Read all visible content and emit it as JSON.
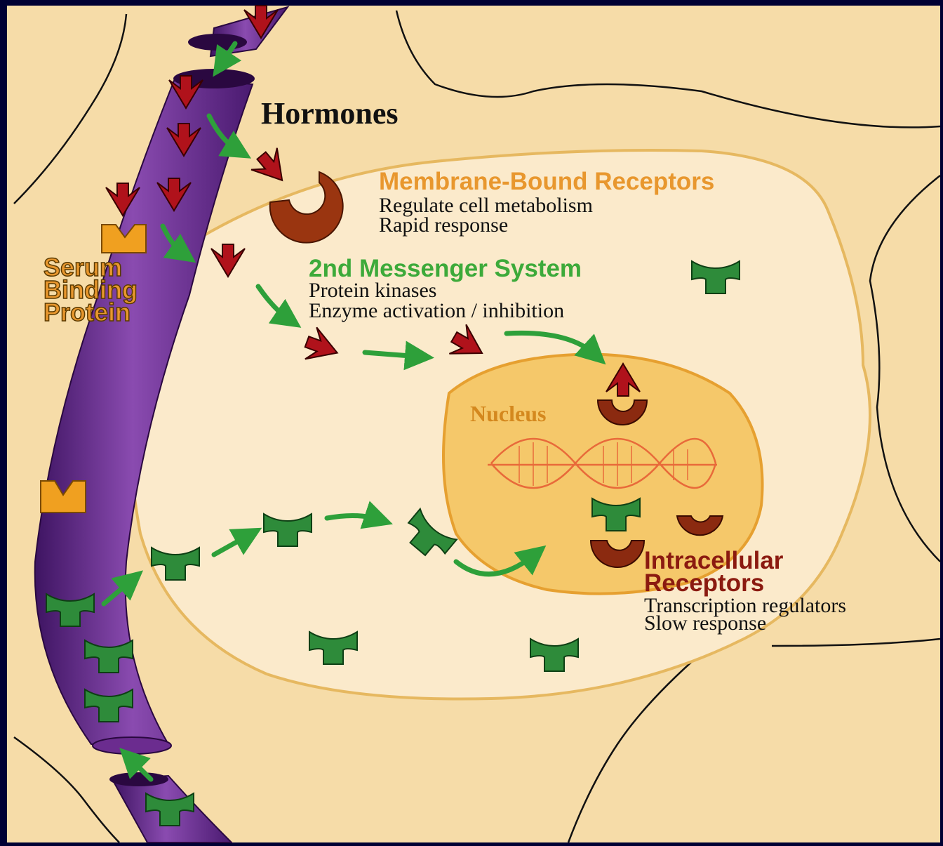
{
  "diagram": {
    "hormones_label": "Hormones",
    "serum_binding_protein": {
      "line1": "Serum",
      "line2": "Binding",
      "line3": "Protein"
    },
    "membrane_bound_receptors": {
      "title": "Membrane-Bound Receptors",
      "line1": "Regulate cell metabolism",
      "line2": "Rapid response"
    },
    "second_messenger": {
      "title": "2nd Messenger System",
      "line1": "Protein kinases",
      "line2": "Enzyme activation / inhibition"
    },
    "nucleus_label": "Nucleus",
    "intracellular_receptors": {
      "title_line1": "Intracellular",
      "title_line2": "Receptors",
      "line1": "Transcription regulators",
      "line2": "Slow response"
    }
  },
  "colors": {
    "background": "#000033",
    "tissue": "#F6DCA8",
    "cytoplasm": "#FBEACB",
    "nucleus": "#F5C86A",
    "vessel": "#6B2C8F",
    "peptide_hormone": "#B0121B",
    "steroid_hormone": "#2E8B3A",
    "arrow": "#2EA03A",
    "receptor": "#8B2A10",
    "binding_protein": "#F0A020",
    "orange_text": "#E8972E",
    "green_text": "#3DAA3A",
    "maroon_text": "#8B1A10"
  }
}
